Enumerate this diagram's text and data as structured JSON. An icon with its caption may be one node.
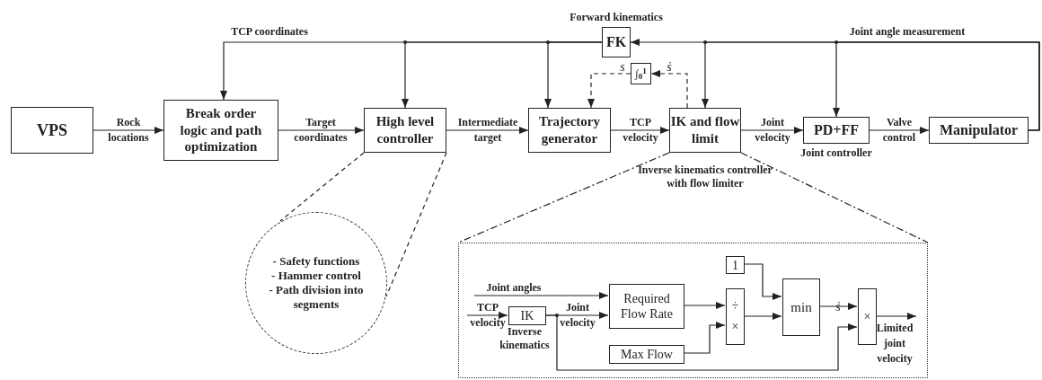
{
  "diagram": {
    "nodes": [
      {
        "text": [
          "VPS"
        ]
      },
      {
        "text": [
          "Break order logic and path optimization"
        ]
      },
      {
        "text": [
          "High level controller"
        ]
      },
      {
        "text": [
          "Trajectory generator"
        ]
      },
      {
        "text": [
          "FK"
        ],
        "beside": [
          "Forward kinematics"
        ]
      },
      {
        "text": [
          "∫$_{0}$$^{1}$"
        ]
      },
      {
        "text": [
          "IK and flow limit"
        ],
        "beside": [
          "Inverse kinematics controller with flow limiter"
        ]
      },
      {
        "text": [
          "PD+FF"
        ],
        "beside": [
          "Joint controller"
        ]
      },
      {
        "text": [
          "Manipulator"
        ]
      },
      {
        "text": [
          "- Safety functions",
          "- Hammer control",
          "- Path division into segments"
        ]
      },
      {
        "text": [],
        "shape": "box"
      },
      {
        "text": [
          "IK"
        ],
        "in": 10,
        "beside": [
          "Inverse kinematics"
        ]
      },
      {
        "text": [
          "Required Flow Rate"
        ],
        "in": 10
      },
      {
        "text": [
          "1"
        ],
        "in": 10
      },
      {
        "text": [
          "÷",
          "×"
        ],
        "in": 10
      },
      {
        "text": [
          "min"
        ],
        "in": 10
      },
      {
        "text": [
          "×"
        ],
        "in": 10
      },
      {
        "text": [
          "Max Flow"
        ],
        "in": 10
      }
    ],
    "edges": [
      {
        "from": 0,
        "to": 1,
        "arrow": "to",
        "label": "Rock locations"
      },
      {
        "from": 1,
        "to": 2,
        "arrow": "to",
        "label": "Target coordinates"
      },
      {
        "from": 2,
        "to": 3,
        "arrow": "to",
        "label": "Intermediate target"
      },
      {
        "from": 3,
        "to": 6,
        "arrow": "to",
        "label": "TCP velocity"
      },
      {
        "from": 6,
        "to": 7,
        "arrow": "to",
        "label": "Joint velocity"
      },
      {
        "from": 7,
        "to": 8,
        "arrow": "to",
        "label": "Valve control"
      },
      {
        "from": 8,
        "to": 4,
        "arrow": "to",
        "label": "Joint angle measurement"
      },
      {
        "from": 4,
        "to": 1,
        "arrow": "to",
        "label": "TCP coordinates"
      },
      {
        "from": 4,
        "to": 2,
        "arrow": "to"
      },
      {
        "from": 4,
        "to": 3,
        "arrow": "to"
      },
      {
        "from": 8,
        "to": 6,
        "arrow": "to"
      },
      {
        "from": 8,
        "to": 7,
        "arrow": "to"
      },
      {
        "from": 6,
        "to": 5,
        "arrow": "to",
        "label": "ṡ",
        "style": "dashed"
      },
      {
        "from": 5,
        "to": 3,
        "arrow": "to",
        "label": "s",
        "style": "dashed"
      },
      {
        "from": 2,
        "to": 9,
        "arrow": "none",
        "style": "dashed"
      },
      {
        "from": 6,
        "to": 10,
        "arrow": "none",
        "style": "dashed"
      },
      {
        "from": null,
        "to": 11,
        "arrow": "to",
        "label": "TCP velocity"
      },
      {
        "from": null,
        "to": 12,
        "arrow": "to",
        "label": "Joint angles"
      },
      {
        "from": 11,
        "to": 12,
        "arrow": "to",
        "label": "Joint velocity"
      },
      {
        "from": 12,
        "to": 14,
        "arrow": "to"
      },
      {
        "from": 17,
        "to": 14,
        "arrow": "to"
      },
      {
        "from": 13,
        "to": 15,
        "arrow": "to"
      },
      {
        "from": 14,
        "to": 15,
        "arrow": "to"
      },
      {
        "from": 15,
        "to": 16,
        "arrow": "to",
        "label": "ṡ"
      },
      {
        "from": 11,
        "to": 16,
        "arrow": "to"
      },
      {
        "from": 16,
        "to": null,
        "arrow": "to",
        "label": "Limited joint velocity"
      },
      {
        "from": 2,
        "to": 9,
        "arrow": "none",
        "style": "dashed"
      },
      {
        "from": 6,
        "to": 10,
        "arrow": "none",
        "style": "dashed"
      }
    ]
  }
}
